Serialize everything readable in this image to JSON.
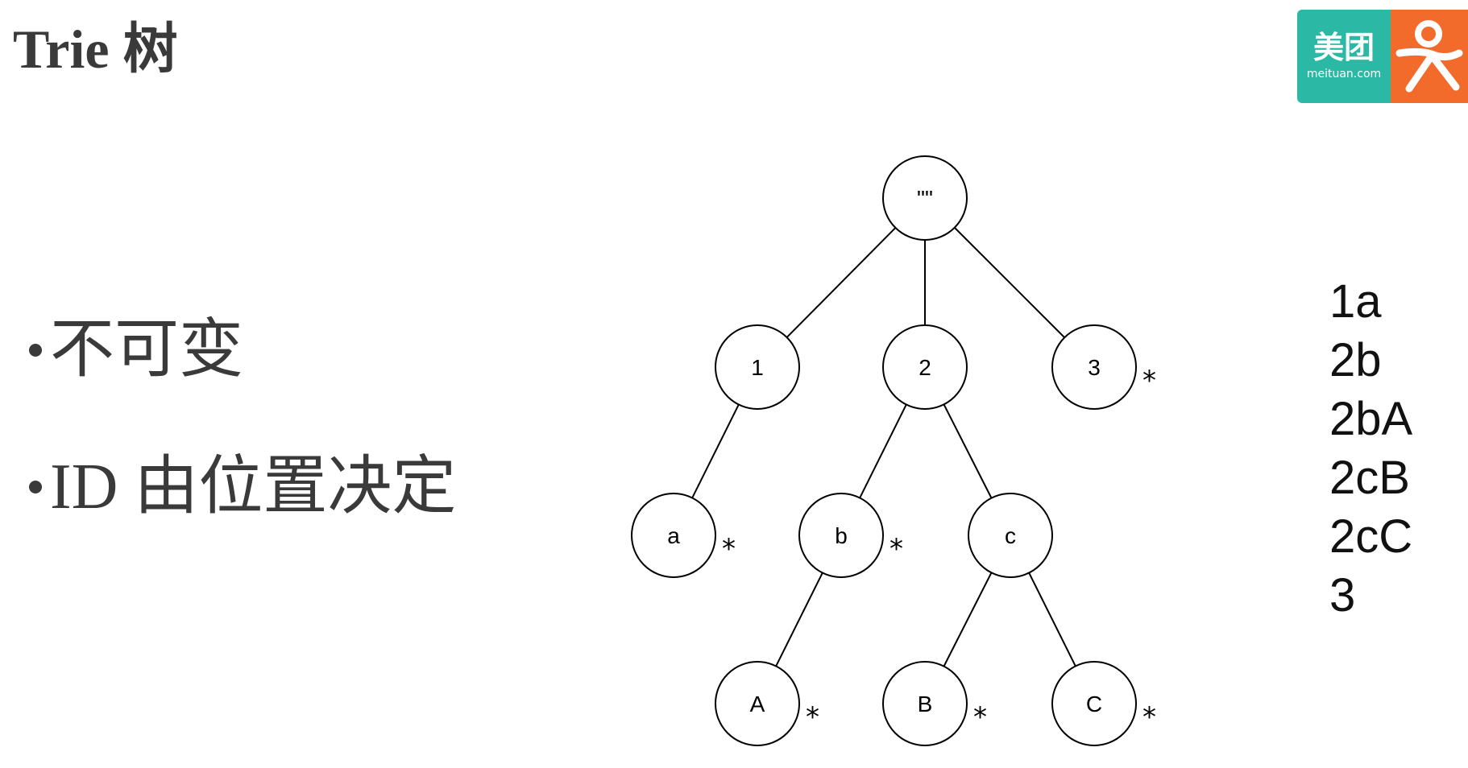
{
  "title": "Trie 树",
  "logo": {
    "name": "美团",
    "domain": "meituan.com",
    "colors": {
      "left": "#2bb8a4",
      "right": "#f26b2b"
    },
    "icon": "dianping-person-icon"
  },
  "bullets": [
    "不可变",
    "ID 由位置决定"
  ],
  "tree": {
    "root": "\"\"",
    "marker": "*",
    "nodes": [
      {
        "id": "root",
        "label": "\"\""
      },
      {
        "id": "1",
        "label": "1",
        "parent": "root",
        "terminal": false
      },
      {
        "id": "2",
        "label": "2",
        "parent": "root",
        "terminal": false
      },
      {
        "id": "3",
        "label": "3",
        "parent": "root",
        "terminal": true
      },
      {
        "id": "a",
        "label": "a",
        "parent": "1",
        "terminal": true
      },
      {
        "id": "b",
        "label": "b",
        "parent": "2",
        "terminal": true
      },
      {
        "id": "c",
        "label": "c",
        "parent": "2",
        "terminal": false
      },
      {
        "id": "A",
        "label": "A",
        "parent": "b",
        "terminal": true
      },
      {
        "id": "B",
        "label": "B",
        "parent": "c",
        "terminal": true
      },
      {
        "id": "C",
        "label": "C",
        "parent": "c",
        "terminal": true
      }
    ]
  },
  "paths": [
    "1a",
    "2b",
    "2bA",
    "2cB",
    "2cC",
    "3"
  ]
}
